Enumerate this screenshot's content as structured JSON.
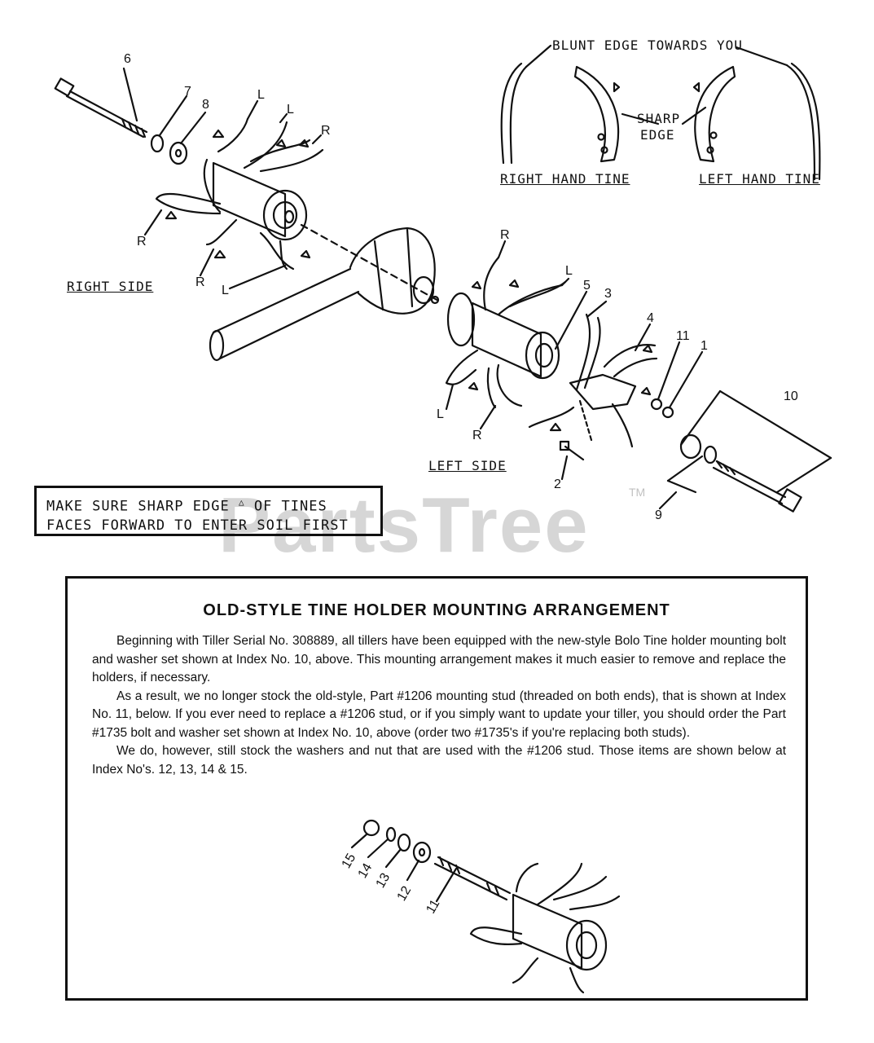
{
  "top_labels": {
    "blunt_edge": "BLUNT EDGE TOWARDS YOU",
    "sharp_edge_1": "SHARP",
    "sharp_edge_2": "EDGE",
    "right_hand_tine": "RIGHT HAND TINE",
    "left_hand_tine": "LEFT HAND TINE",
    "right_side": "RIGHT SIDE",
    "left_side": "LEFT SIDE"
  },
  "callouts": {
    "n6": "6",
    "n7": "7",
    "n8": "8",
    "n5": "5",
    "n3": "3",
    "n4": "4",
    "n11a": "11",
    "n1": "1",
    "n10": "10",
    "n2": "2",
    "n9": "9",
    "n15": "15",
    "n14": "14",
    "n13": "13",
    "n12": "12",
    "n11b": "11",
    "L": "L",
    "R": "R"
  },
  "warning": {
    "line1_a": "MAKE SURE SHARP EDGE",
    "line1_b": "OF TINES",
    "line2": "FACES FORWARD TO ENTER SOIL FIRST"
  },
  "note": {
    "title": "OLD-STYLE TINE HOLDER MOUNTING ARRANGEMENT",
    "p1": "Beginning with Tiller Serial No. 308889, all tillers have been equipped with the new-style Bolo Tine holder mounting bolt and washer set shown at Index No. 10, above. This mounting arrangement makes it much easier to remove and replace the holders, if necessary.",
    "p2": "As a result, we no longer stock the old-style, Part #1206 mounting stud (threaded on both ends), that is shown at Index No. 11, below. If you ever need to replace a #1206 stud, or if you simply want to update your tiller, you should order the Part #1735 bolt and washer set shown at Index No. 10, above (order two #1735's if you're replacing both studs).",
    "p3": "We do, however, still stock the washers and nut that are used with the #1206 stud. Those items are shown below at Index No's. 12, 13, 14 & 15."
  },
  "watermark": {
    "text": "PartsTree",
    "tm": "TM"
  },
  "colors": {
    "ink": "#111111",
    "paper": "#ffffff",
    "watermark": "#bdbdbd"
  }
}
